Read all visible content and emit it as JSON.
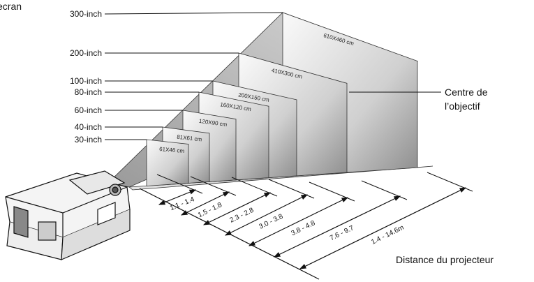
{
  "header_fragment": "ecran",
  "screen_sizes": [
    {
      "inch": "30-inch",
      "size": "61X46 cm",
      "distance": "1.1 - 1.4"
    },
    {
      "inch": "40-inch",
      "size": "81X61 cm",
      "distance": "1.5 - 1.8"
    },
    {
      "inch": "60-inch",
      "size": "120X90 cm",
      "distance": "2.3 - 2.8"
    },
    {
      "inch": "80-inch",
      "size": "160X120 cm",
      "distance": "3.0 - 3.8"
    },
    {
      "inch": "100-inch",
      "size": "200X150 cm",
      "distance": "3.8 - 4.8"
    },
    {
      "inch": "200-inch",
      "size": "410X300 cm",
      "distance": "7.6 - 9.7"
    },
    {
      "inch": "300-inch",
      "size": "610X460 cm",
      "distance": "1.4 - 14.6m"
    }
  ],
  "lens_center_label": [
    "Centre de",
    "l’objectif"
  ],
  "distance_label": "Distance du projecteur"
}
